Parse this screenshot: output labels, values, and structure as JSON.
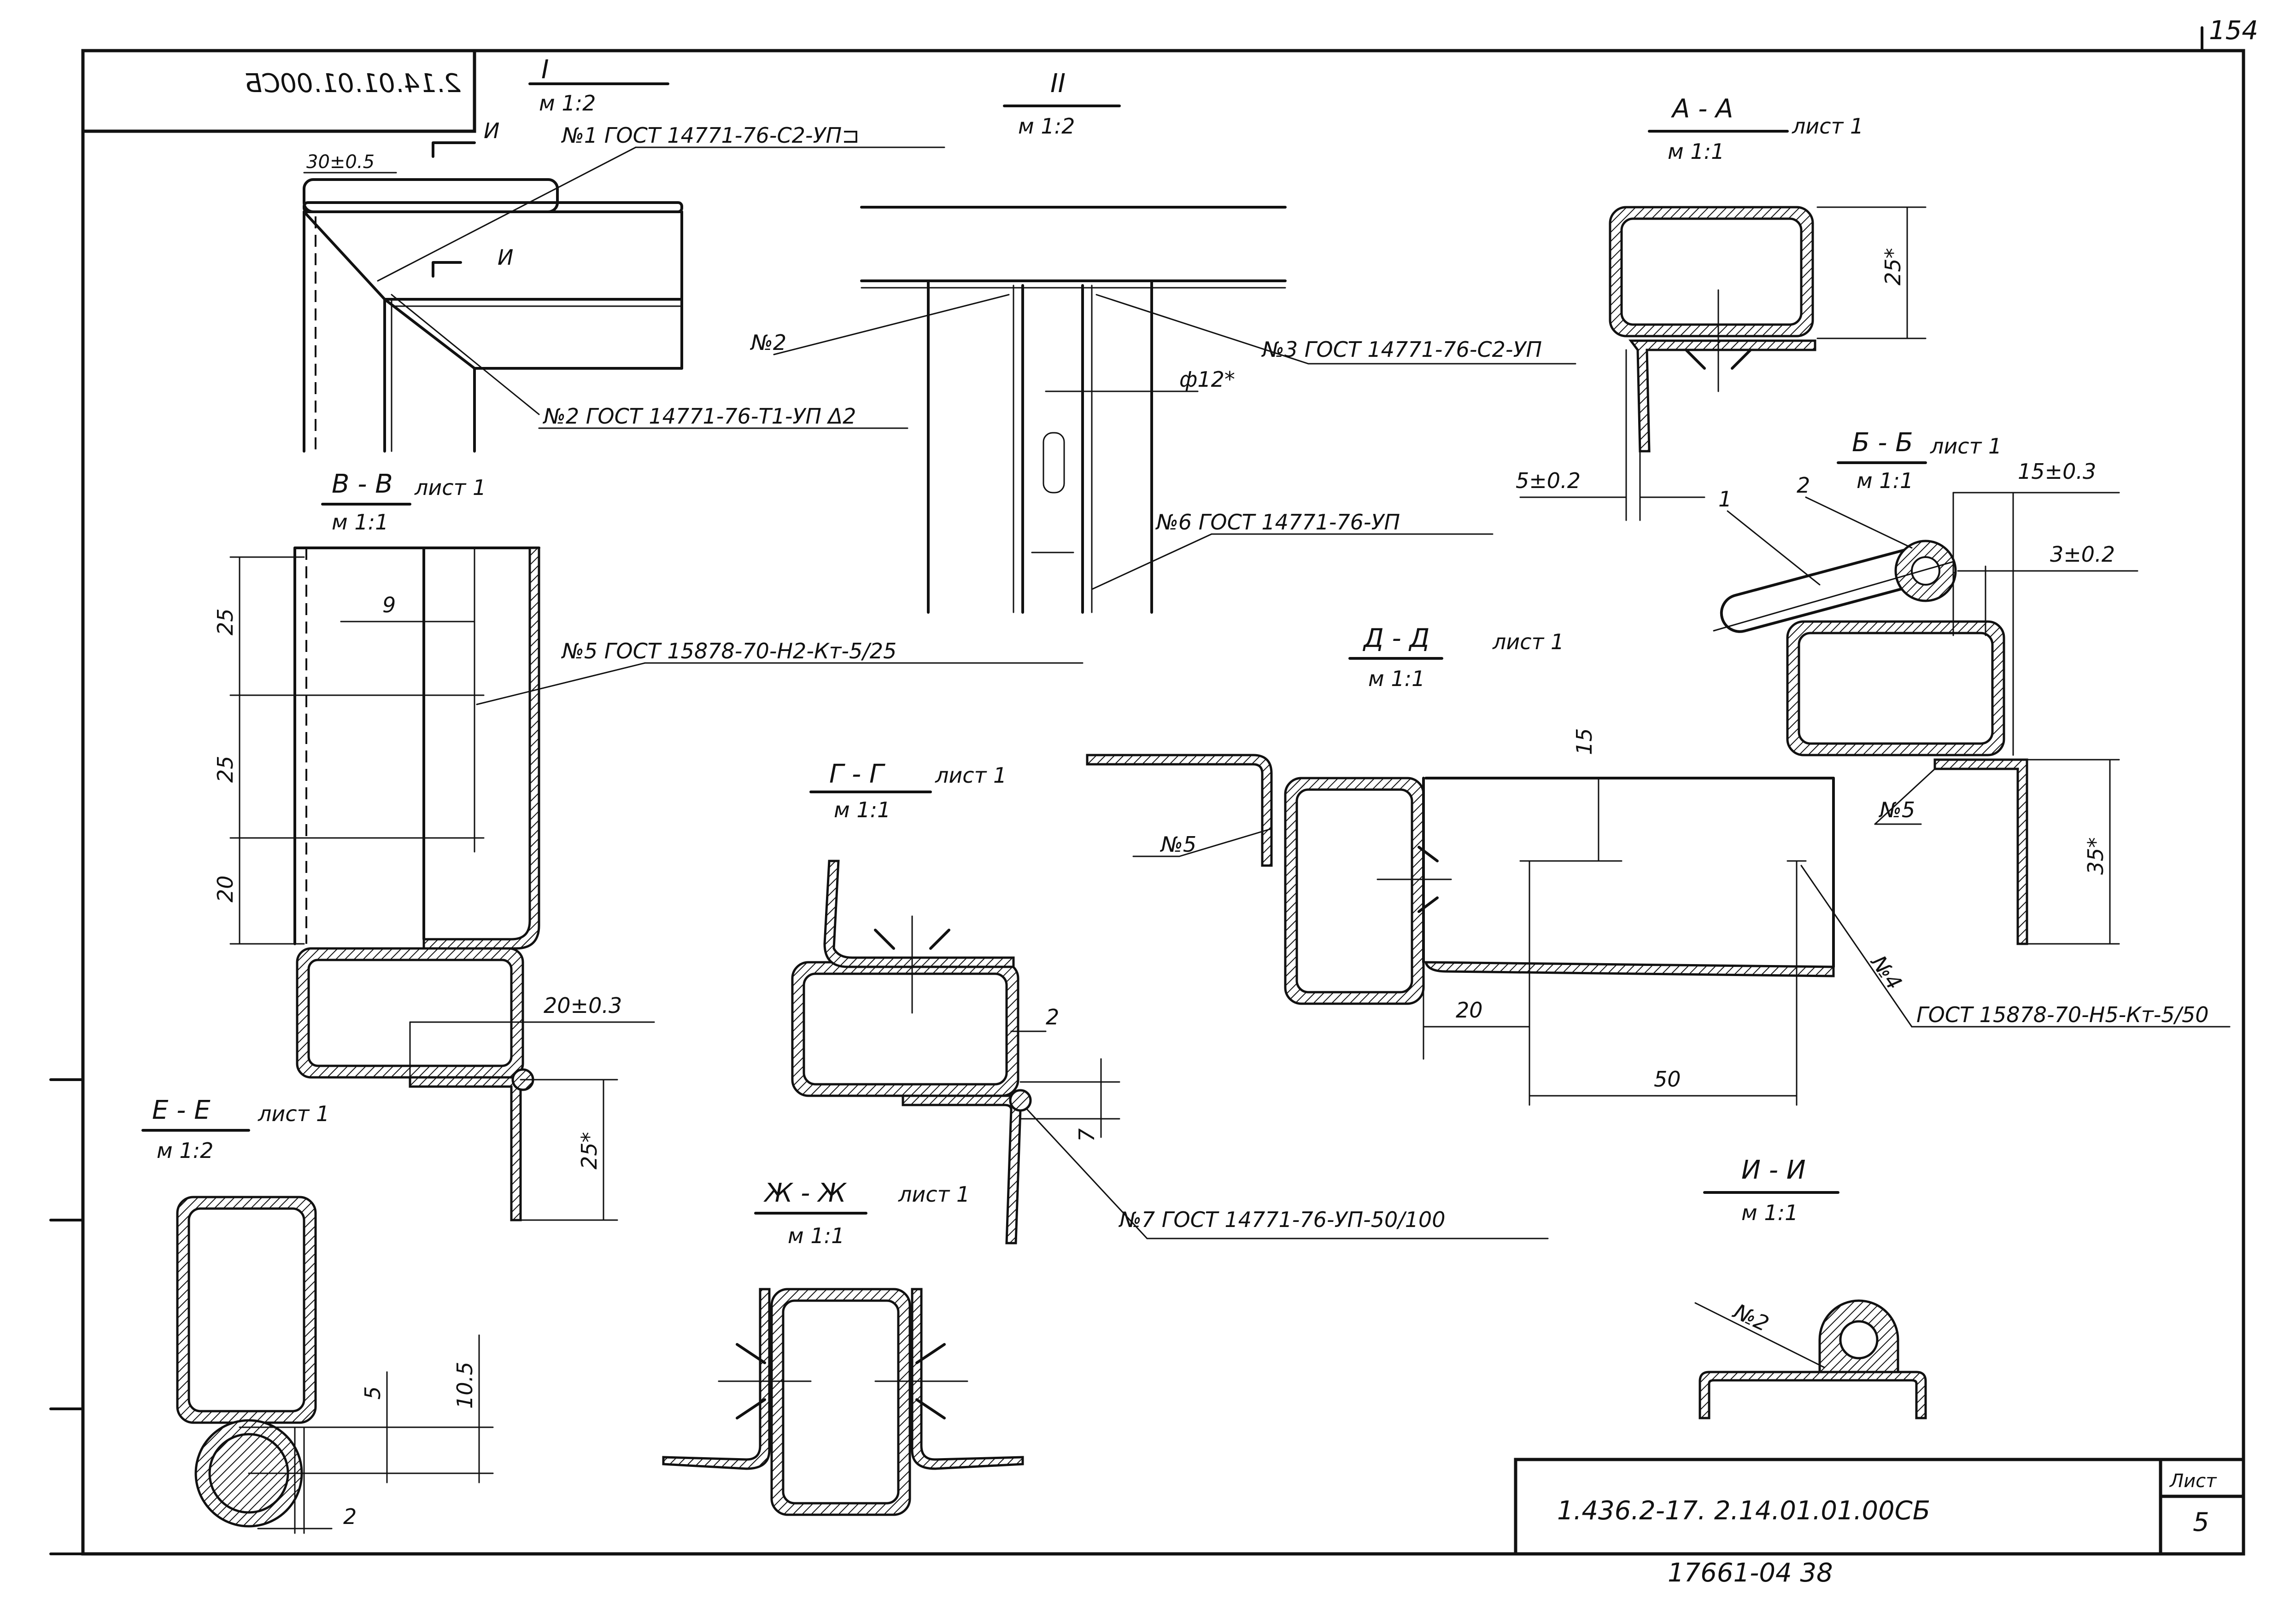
{
  "sheet": {
    "page_number": "154",
    "stamp_mirrored": "2.14.01.01.00СБ",
    "designation": "1.436.2-17. 2.14.01.01.00СБ",
    "sheet_label": "Лист",
    "sheet_number": "5",
    "archive_number": "17661-04 38"
  },
  "views": {
    "I": {
      "title": "I",
      "scale": "м 1:2"
    },
    "II": {
      "title": "II",
      "scale": "м 1:2"
    },
    "AA": {
      "title": "А - А",
      "scale": "м 1:1",
      "sheet_ref": "лист 1"
    },
    "BB": {
      "title": "Б - Б",
      "scale": "м 1:1",
      "sheet_ref": "лист 1"
    },
    "VV": {
      "title": "В - В",
      "scale": "м 1:1",
      "sheet_ref": "лист 1"
    },
    "GG": {
      "title": "Г - Г",
      "scale": "м 1:1",
      "sheet_ref": "лист 1"
    },
    "DD": {
      "title": "Д - Д",
      "scale": "м 1:1",
      "sheet_ref": "лист 1"
    },
    "EE": {
      "title": "Е - Е",
      "scale": "м 1:2",
      "sheet_ref": "лист 1"
    },
    "ZhZh": {
      "title": "Ж - Ж",
      "scale": "м 1:1",
      "sheet_ref": "лист 1"
    },
    "II2": {
      "title": "И - И",
      "scale": "м 1:1"
    }
  },
  "callouts": {
    "w1": "№1  ГОСТ 14771-76-С2-УП⊐",
    "w2a": "№2",
    "w2b": "№2  ГОСТ 14771-76-Т1-УП Δ2",
    "w3": "№3  ГОСТ 14771-76-С2-УП",
    "w5a": "№5  ГОСТ 15878-70-Н2-Кт-5/25",
    "w5b": "№5",
    "w5c": "№5",
    "w6": "№6  ГОСТ 14771-76-УП",
    "w4": "№4",
    "w4_std": "ГОСТ 15878-70-Н5-Кт-5/50",
    "w7": "№7  ГОСТ 14771-76-УП-50/100",
    "w2c": "№2",
    "section_mark": "И",
    "part1": "1",
    "part2": "2"
  },
  "dimensions": {
    "d30": "30±0.5",
    "phi12": "ф12*",
    "d25a": "25",
    "d25b": "25",
    "d20v": "20",
    "d9": "9",
    "d20_03": "20±0.3",
    "d25s": "25*",
    "d5": "5",
    "d10_5": "10.5",
    "d2e": "2",
    "d2g": "2",
    "d7": "7",
    "d15": "15",
    "d20d": "20",
    "d50": "50",
    "d25a_star": "25*",
    "d5_02": "5±0.2",
    "d15_03": "15±0.3",
    "d3_02": "3±0.2",
    "d35s": "35*"
  }
}
